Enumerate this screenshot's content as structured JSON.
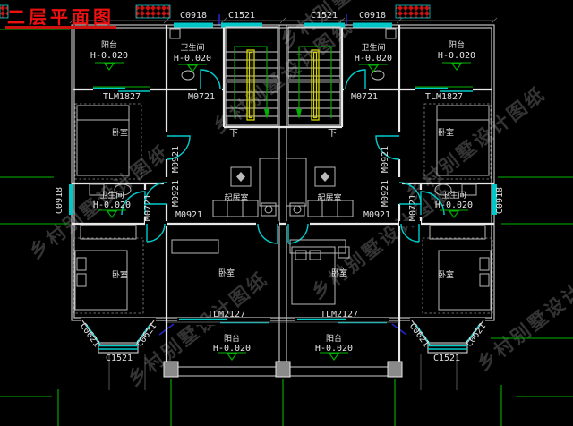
{
  "title": {
    "text": "二层平面图"
  },
  "labels": {
    "balcony": "阳台",
    "bathroom": "卫生间",
    "bedroom": "卧室",
    "living_room": "起居室",
    "level": "H-0.020",
    "down": "下"
  },
  "codes": {
    "c0918": "C0918",
    "c1521": "C1521",
    "c0621": "C0621",
    "m0721": "M0721",
    "m0921": "M0921",
    "tlm1827": "TLM1827",
    "tlm2127": "TLM2127"
  },
  "watermark": {
    "text": "乡村别墅设计图纸"
  },
  "colors": {
    "background": "#000000",
    "wall": "#e8e8e8",
    "window_door": "#00cccc",
    "grid": "#00b300",
    "stair_rail": "#d6d600",
    "title_red": "#ee1111",
    "flower_box_red": "#cc1111"
  }
}
